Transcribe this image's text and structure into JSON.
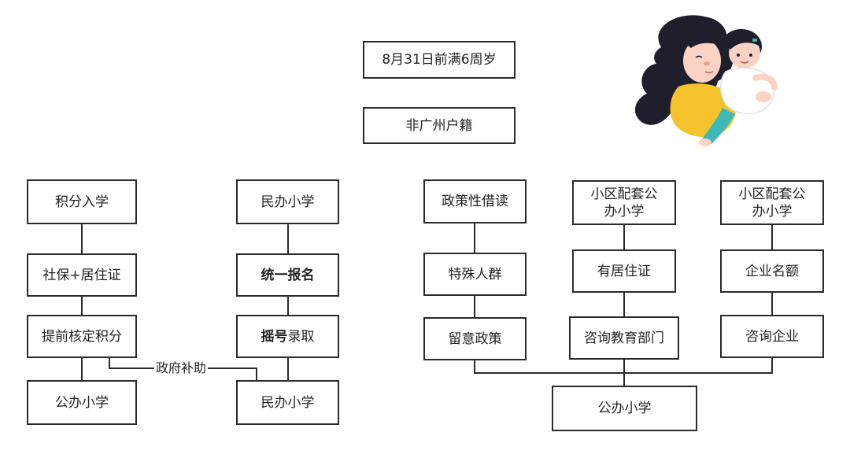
{
  "header": {
    "age_condition": "8月31日前满6周岁",
    "hukou_condition": "非广州户籍"
  },
  "paths": {
    "points": {
      "title": "积分入学",
      "step1": "社保+居住证",
      "step2": "提前核定积分",
      "result": "公办小学",
      "subsidy_label": "政府补助"
    },
    "private": {
      "title": "民办小学",
      "step1": "统一报名",
      "step2_bold": "摇号",
      "step2_rest": "录取",
      "result": "民办小学"
    },
    "policy": {
      "title": "政策性借读",
      "step1": "特殊人群",
      "step2": "留意政策"
    },
    "community_a": {
      "title": "小区配套公办小学",
      "step1": "有居住证",
      "step2": "咨询教育部门"
    },
    "community_b": {
      "title": "小区配套公办小学",
      "step1": "企业名额",
      "step2": "咨询企业"
    },
    "merged_result": "公办小学"
  },
  "colors": {
    "line": "#2b2b2b",
    "hair": "#1f1f2b",
    "skin": "#fbd3c4",
    "shirt_yellow": "#f4c22b",
    "child_shirt": "#ffffff",
    "pants": "#3fb8b8"
  },
  "illustration_icon": "mother-holding-child-illustration"
}
